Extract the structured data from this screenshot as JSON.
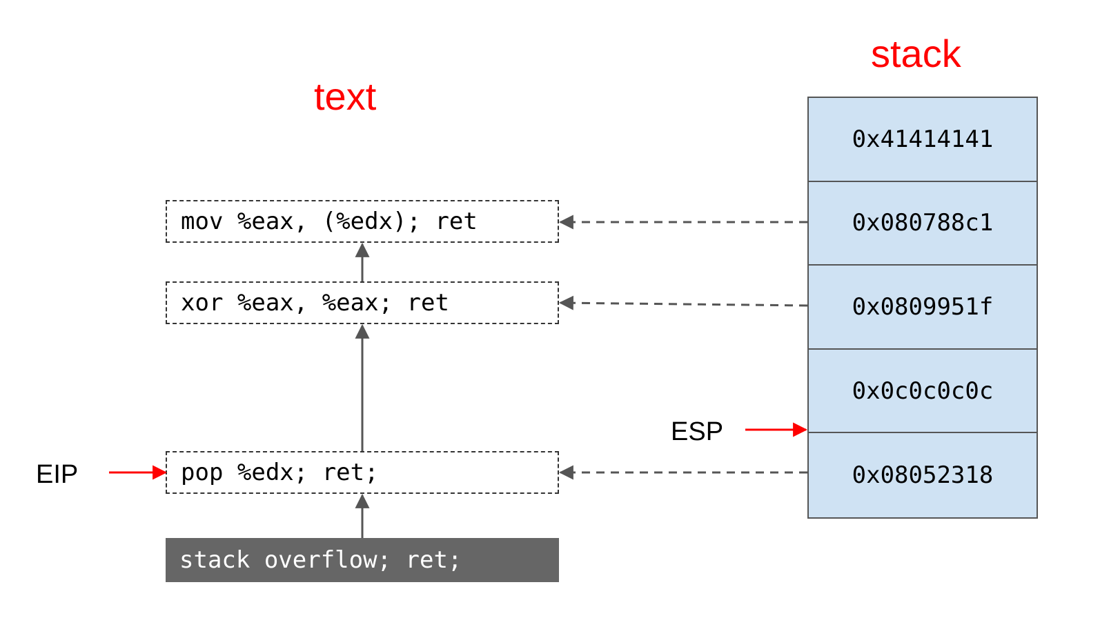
{
  "titles": {
    "text": "text",
    "stack": "stack"
  },
  "gadgets": {
    "mov": "mov %eax, (%edx); ret",
    "xor": "xor %eax, %eax; ret",
    "pop": "pop %edx; ret;",
    "overflow": "stack overflow; ret;"
  },
  "stack": {
    "cells": [
      "0x41414141",
      "0x080788c1",
      "0x0809951f",
      "0x0c0c0c0c",
      "0x08052318"
    ]
  },
  "registers": {
    "eip": "EIP",
    "esp": "ESP"
  },
  "colors": {
    "title": "#ff0000",
    "stack_fill": "#cfe2f3",
    "overflow_fill": "#666666",
    "pointer_arrow": "#ff0000",
    "link_arrow": "#555555"
  }
}
